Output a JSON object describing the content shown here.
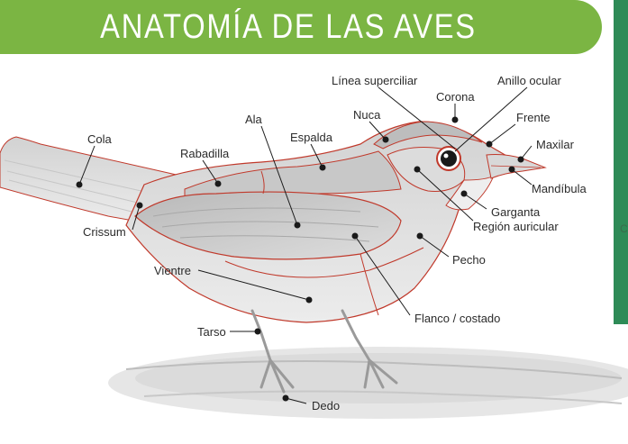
{
  "title": "ANATOMÍA DE LAS AVES",
  "side_text": "C",
  "labels": {
    "linea_superciliar": "Línea superciliar",
    "anillo_ocular": "Anillo ocular",
    "corona": "Corona",
    "nuca": "Nuca",
    "frente": "Frente",
    "ala": "Ala",
    "cola": "Cola",
    "espalda": "Espalda",
    "maxilar": "Maxilar",
    "rabadilla": "Rabadilla",
    "mandibula": "Mandíbula",
    "garganta": "Garganta",
    "crissum": "Crissum",
    "region_auricular": "Región auricular",
    "pecho": "Pecho",
    "vientre": "Vientre",
    "flanco": "Flanco / costado",
    "tarso": "Tarso",
    "dedo": "Dedo"
  },
  "colors": {
    "banner": "#7bb543",
    "side_panel": "#2e8b57",
    "outline": "#c0392b",
    "pointer": "#1a1a1a"
  }
}
